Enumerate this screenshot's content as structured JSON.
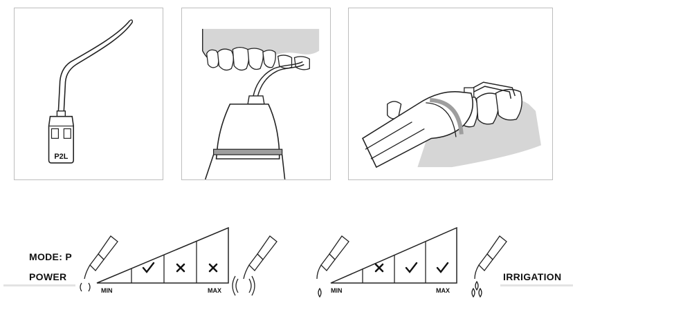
{
  "tip_label": "P2L",
  "mode_label": "MODE: P",
  "power_label": "POWER",
  "irrigation_label": "IRRIGATION",
  "power_scale": {
    "min_label": "MIN",
    "max_label": "MAX",
    "marks": [
      "check",
      "cross",
      "cross"
    ]
  },
  "irrigation_scale": {
    "min_label": "MIN",
    "max_label": "MAX",
    "marks": [
      "cross",
      "check",
      "check"
    ]
  },
  "colors": {
    "gum": "#d6d6d6",
    "band": "#9e9e9e",
    "line": "#222222",
    "frame": "#bdbdbd"
  }
}
